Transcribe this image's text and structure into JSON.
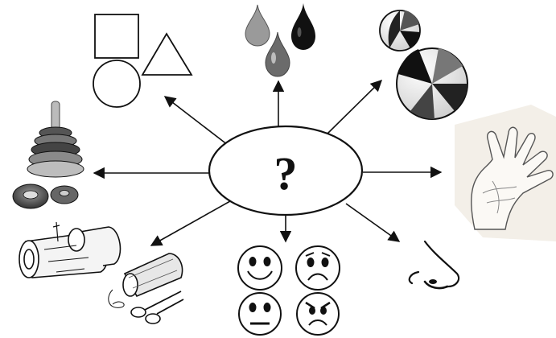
{
  "hub": {
    "label": "?"
  },
  "colors": {
    "ink": "#111111",
    "drop_dark": "#111111",
    "drop_mid": "#6b6b6b",
    "drop_light": "#9a9a9a",
    "skin": "#f3efe8"
  },
  "branches": [
    {
      "id": "shapes",
      "direction": "top-left",
      "icon": "geometric-shapes-icon",
      "items": [
        "square-icon",
        "circle-icon",
        "triangle-icon"
      ]
    },
    {
      "id": "colors",
      "direction": "top",
      "icon": "drops-icon",
      "items": [
        "drop-light-icon",
        "drop-dark-icon",
        "drop-mid-icon"
      ]
    },
    {
      "id": "size",
      "direction": "top-right",
      "icon": "balls-icon",
      "items": [
        "small-ball-icon",
        "large-ball-icon"
      ]
    },
    {
      "id": "touch",
      "direction": "right",
      "icon": "hand-icon"
    },
    {
      "id": "smell",
      "direction": "bottom-right",
      "icon": "nose-icon"
    },
    {
      "id": "emotions",
      "direction": "bottom",
      "icon": "faces-icon",
      "items": [
        "happy-face-icon",
        "sad-face-icon",
        "neutral-face-icon",
        "angry-face-icon"
      ]
    },
    {
      "id": "materials",
      "direction": "bottom-left",
      "icon": "logs-fabric-icon",
      "items": [
        "logs-icon",
        "fabric-roll-icon",
        "scissors-icon"
      ]
    },
    {
      "id": "stacking",
      "direction": "left",
      "icon": "ring-pyramid-icon"
    }
  ]
}
